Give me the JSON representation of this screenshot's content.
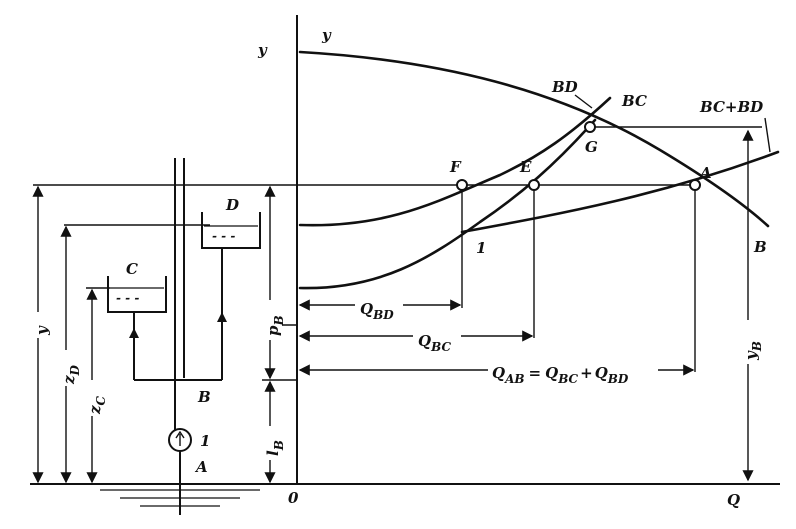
{
  "axes": {
    "y_axis_label": "y",
    "y_axis_label_right": "y",
    "origin_label": "0",
    "x_axis_label": "Q"
  },
  "curves": {
    "bd": "BD",
    "bc": "BC",
    "sum": "BC+BD",
    "pump": "B"
  },
  "points": {
    "A": "A",
    "F": "F",
    "E": "E",
    "G": "G",
    "one": "1"
  },
  "flows": {
    "q_bd": "Q",
    "q_bd_sub": "BD",
    "q_bc": "Q",
    "q_bc_sub": "BC",
    "q_ab": "Q",
    "q_ab_sub": "AB",
    "plus1": "=",
    "q_bc2": "Q",
    "q_bc2_sub": "BC",
    "plus2": "+",
    "q_bd2": "Q",
    "q_bd2_sub": "BD"
  },
  "schematic": {
    "tank_c": "C",
    "tank_d": "D",
    "node_b": "B",
    "pump_no": "1",
    "source_a": "A"
  },
  "dims": {
    "y_left": "y",
    "z_d": "z",
    "z_d_sub": "D",
    "z_c": "z",
    "z_c_sub": "C",
    "p_b": "p",
    "p_b_sub": "B",
    "l_b": "l",
    "l_b_sub": "B",
    "y_b": "y",
    "y_b_sub": "B"
  },
  "colors": {
    "ink": "#111111",
    "paper": "#ffffff"
  }
}
